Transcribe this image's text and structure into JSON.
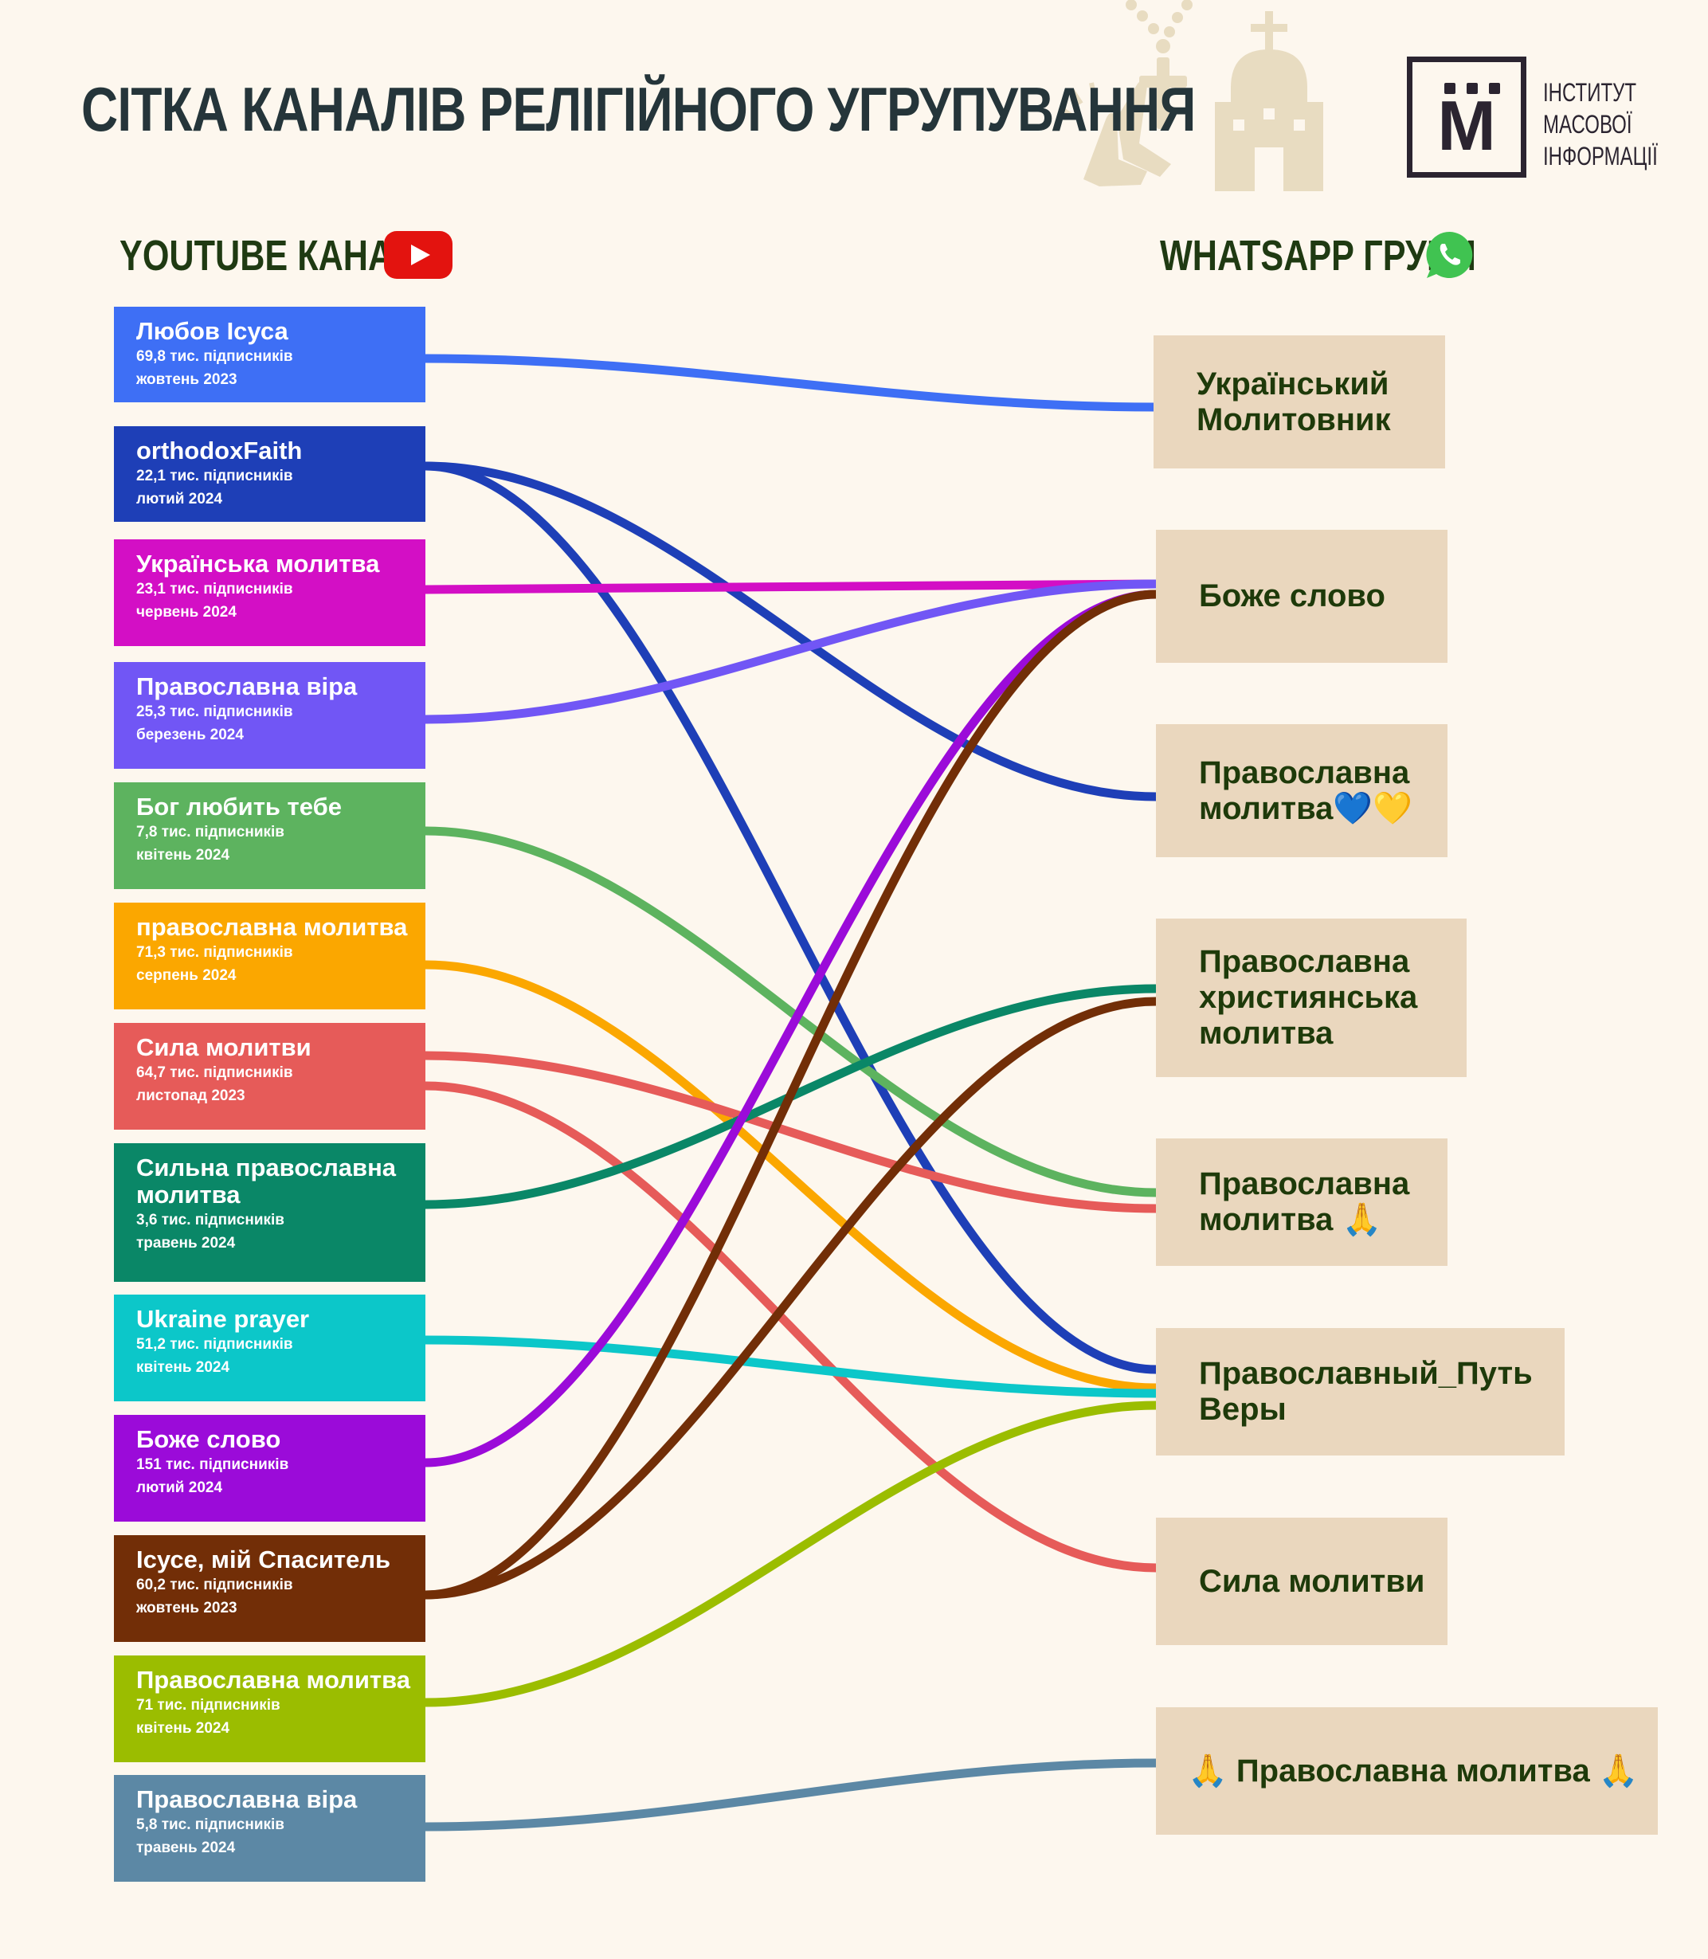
{
  "title": "СІТКА КАНАЛІВ РЕЛІГІЙНОГО УГРУПУВАННЯ",
  "logo": {
    "letter": "М",
    "lines": [
      "ІНСТИТУТ",
      "МАСОВОЇ",
      "ІНФОРМАЦІЇ"
    ]
  },
  "youtube_heading": "YOUTUBE КАНАЛИ",
  "whatsapp_heading": "WHATSAPP ГРУПИ",
  "youtube_channels": [
    {
      "name": "Любов Ісуса",
      "subs": "69,8 тис. підписників",
      "date": "жовтень 2023",
      "color": "#3e6ff5"
    },
    {
      "name": "orthodoxFaith",
      "subs": "22,1 тис. підписників",
      "date": "лютий 2024",
      "color": "#1e3fb7"
    },
    {
      "name": "Українська молитва",
      "subs": "23,1 тис. підписників",
      "date": "червень 2024",
      "color": "#d30fc5"
    },
    {
      "name": "Православна віра",
      "subs": "25,3 тис. підписників",
      "date": "березень 2024",
      "color": "#7156f5"
    },
    {
      "name": "Бог любить тебе",
      "subs": "7,8 тис. підписників",
      "date": "квітень 2024",
      "color": "#5db35f"
    },
    {
      "name": "православна молитва",
      "subs": "71,3 тис. підписників",
      "date": "серпень 2024",
      "color": "#fba700"
    },
    {
      "name": "Сила молитви",
      "subs": "64,7 тис. підписників",
      "date": "листопад 2023",
      "color": "#e65b59"
    },
    {
      "name": "Сильна православна молитва",
      "subs": "3,6 тис. підписників",
      "date": "травень 2024",
      "color": "#0a8767"
    },
    {
      "name": "Ukraine prayer",
      "subs": "51,2 тис. підписників",
      "date": "квітень 2024",
      "color": "#0cc7c9"
    },
    {
      "name": "Боже слово",
      "subs": "151 тис. підписників",
      "date": "лютий 2024",
      "color": "#9b0bd9"
    },
    {
      "name": "Ісусе, мій Спаситель",
      "subs": "60,2 тис. підписників",
      "date": "жовтень 2023",
      "color": "#722e07"
    },
    {
      "name": "Православна молитва",
      "subs": "71 тис. підписників",
      "date": "квітень 2024",
      "color": "#9bbd00"
    },
    {
      "name": "Православна віра",
      "subs": "5,8 тис. підписників",
      "date": "травень 2024",
      "color": "#5c88a5"
    }
  ],
  "whatsapp_groups": [
    {
      "name": "Український Молитовник"
    },
    {
      "name": "Боже слово"
    },
    {
      "name": "Православна молитва💙💛"
    },
    {
      "name": "Православна християнська молитва"
    },
    {
      "name": "Православна молитва 🙏"
    },
    {
      "name": "Православный_Путь Веры"
    },
    {
      "name": "Сила молитви"
    },
    {
      "name": "🙏 Православна молитва 🙏"
    }
  ],
  "links": [
    {
      "from": 0,
      "to": 0
    },
    {
      "from": 1,
      "to": 2
    },
    {
      "from": 1,
      "to": 5
    },
    {
      "from": 2,
      "to": 1
    },
    {
      "from": 3,
      "to": 1
    },
    {
      "from": 4,
      "to": 4
    },
    {
      "from": 5,
      "to": 5
    },
    {
      "from": 6,
      "to": 4
    },
    {
      "from": 6,
      "to": 6
    },
    {
      "from": 7,
      "to": 3
    },
    {
      "from": 8,
      "to": 5
    },
    {
      "from": 9,
      "to": 1
    },
    {
      "from": 10,
      "to": 1
    },
    {
      "from": 10,
      "to": 3
    },
    {
      "from": 11,
      "to": 5
    },
    {
      "from": 12,
      "to": 7
    }
  ],
  "icon_names": {
    "youtube": "youtube-play-icon",
    "whatsapp": "whatsapp-phone-icon"
  },
  "colors": {
    "background": "#fdf7ee",
    "group_fill": "#ead7be",
    "group_text": "#1e3a0a",
    "heading_text": "#1f3a12",
    "decor": "#e8dcc1"
  }
}
